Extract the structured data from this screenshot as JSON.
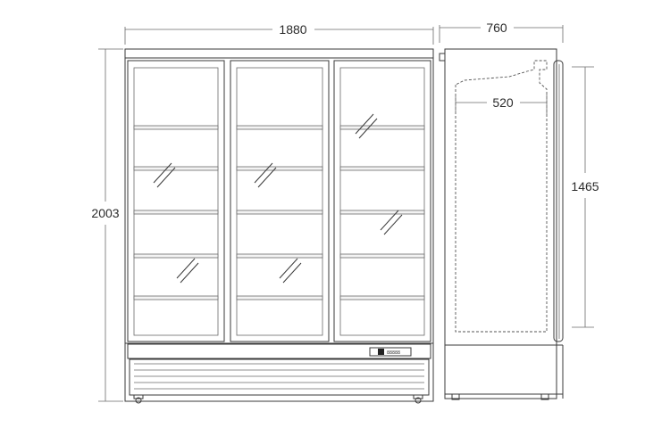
{
  "dimensions": {
    "front_width": "1880",
    "total_height": "2003",
    "side_depth": "760",
    "inner_depth": "520",
    "door_height": "1465"
  },
  "display": {
    "readout": "88888"
  }
}
